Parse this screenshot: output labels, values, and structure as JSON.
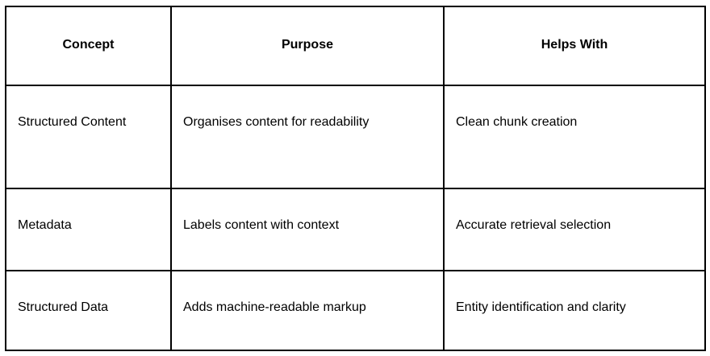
{
  "table": {
    "headers": [
      "Concept",
      "Purpose",
      "Helps With"
    ],
    "rows": [
      {
        "concept": "Structured Content",
        "purpose": "Organises content for readability",
        "helps_with": "Clean chunk creation"
      },
      {
        "concept": "Metadata",
        "purpose": "Labels content with context",
        "helps_with": "Accurate retrieval selection"
      },
      {
        "concept": "Structured Data",
        "purpose": "Adds machine-readable markup",
        "helps_with": "Entity identification and clarity"
      }
    ],
    "colors": {
      "border": "#000000",
      "text": "#000000",
      "background": "#ffffff"
    }
  }
}
